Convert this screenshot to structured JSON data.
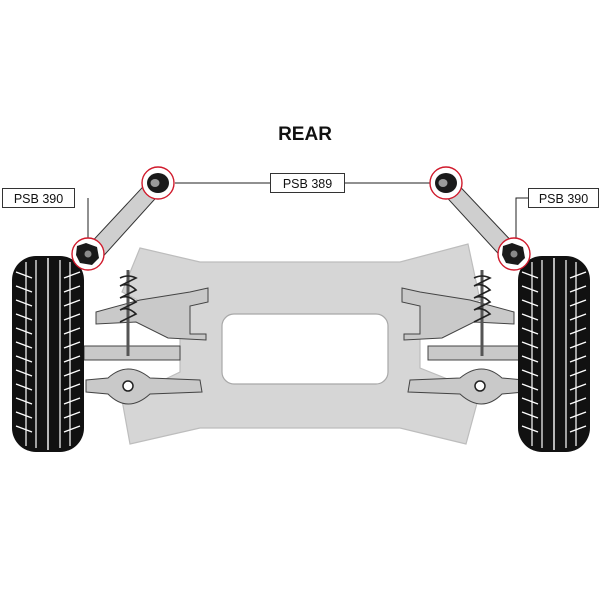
{
  "title": "REAR",
  "part_labels": {
    "left_link": "PSB 390",
    "top_link": "PSB 389",
    "right_link": "PSB 390"
  },
  "colors": {
    "highlight_ring": "#d0192b",
    "chassis_fill": "#d6d6d6",
    "tyre": "#111111"
  }
}
